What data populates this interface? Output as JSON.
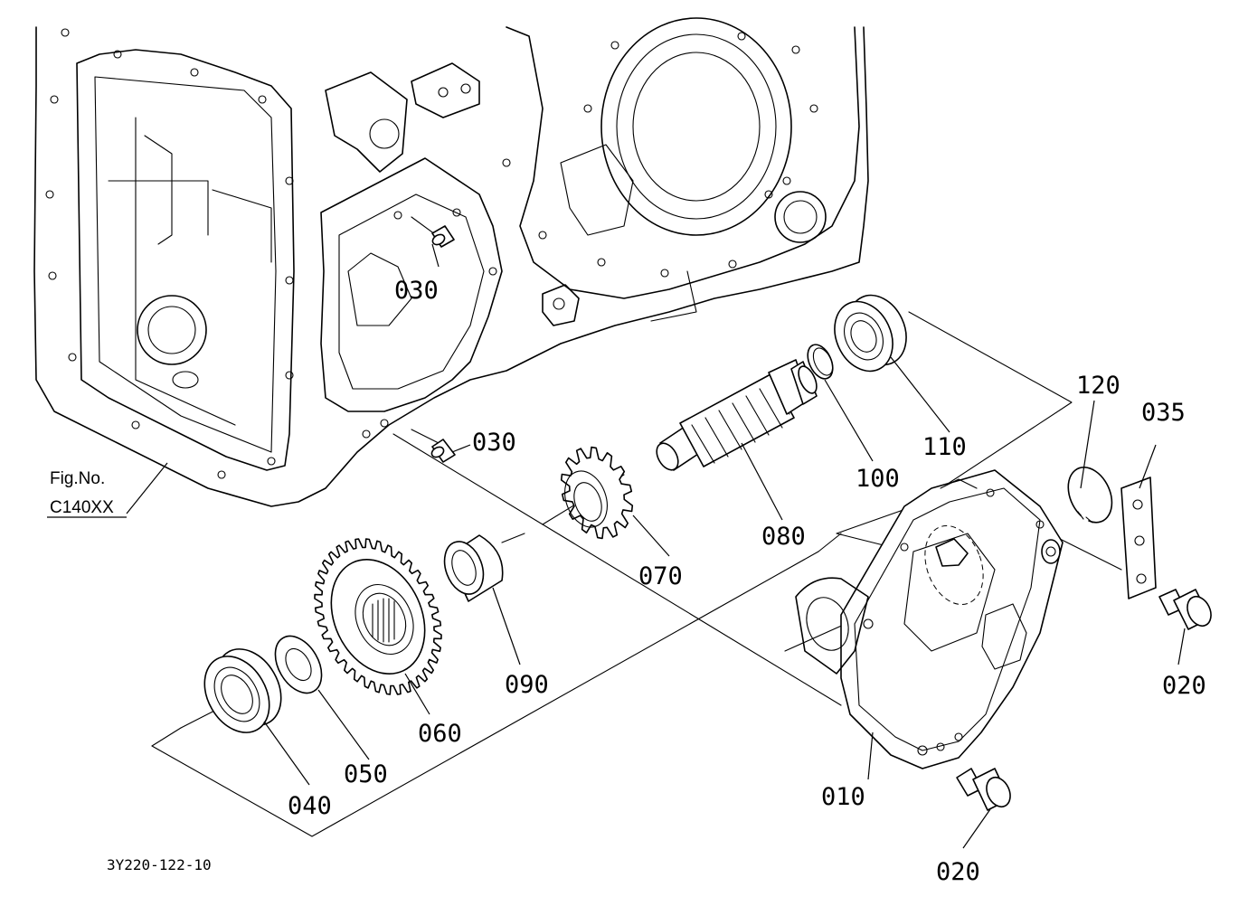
{
  "figure": {
    "ref_line1": "Fig.No.",
    "ref_line2": "C140XX",
    "drawing_code": "3Y220-122-10"
  },
  "parts": {
    "p010": "010",
    "p020a": "020",
    "p020b": "020",
    "p030a": "030",
    "p030b": "030",
    "p035": "035",
    "p040": "040",
    "p050": "050",
    "p060": "060",
    "p070": "070",
    "p080": "080",
    "p090": "090",
    "p100": "100",
    "p110": "110",
    "p120": "120"
  }
}
